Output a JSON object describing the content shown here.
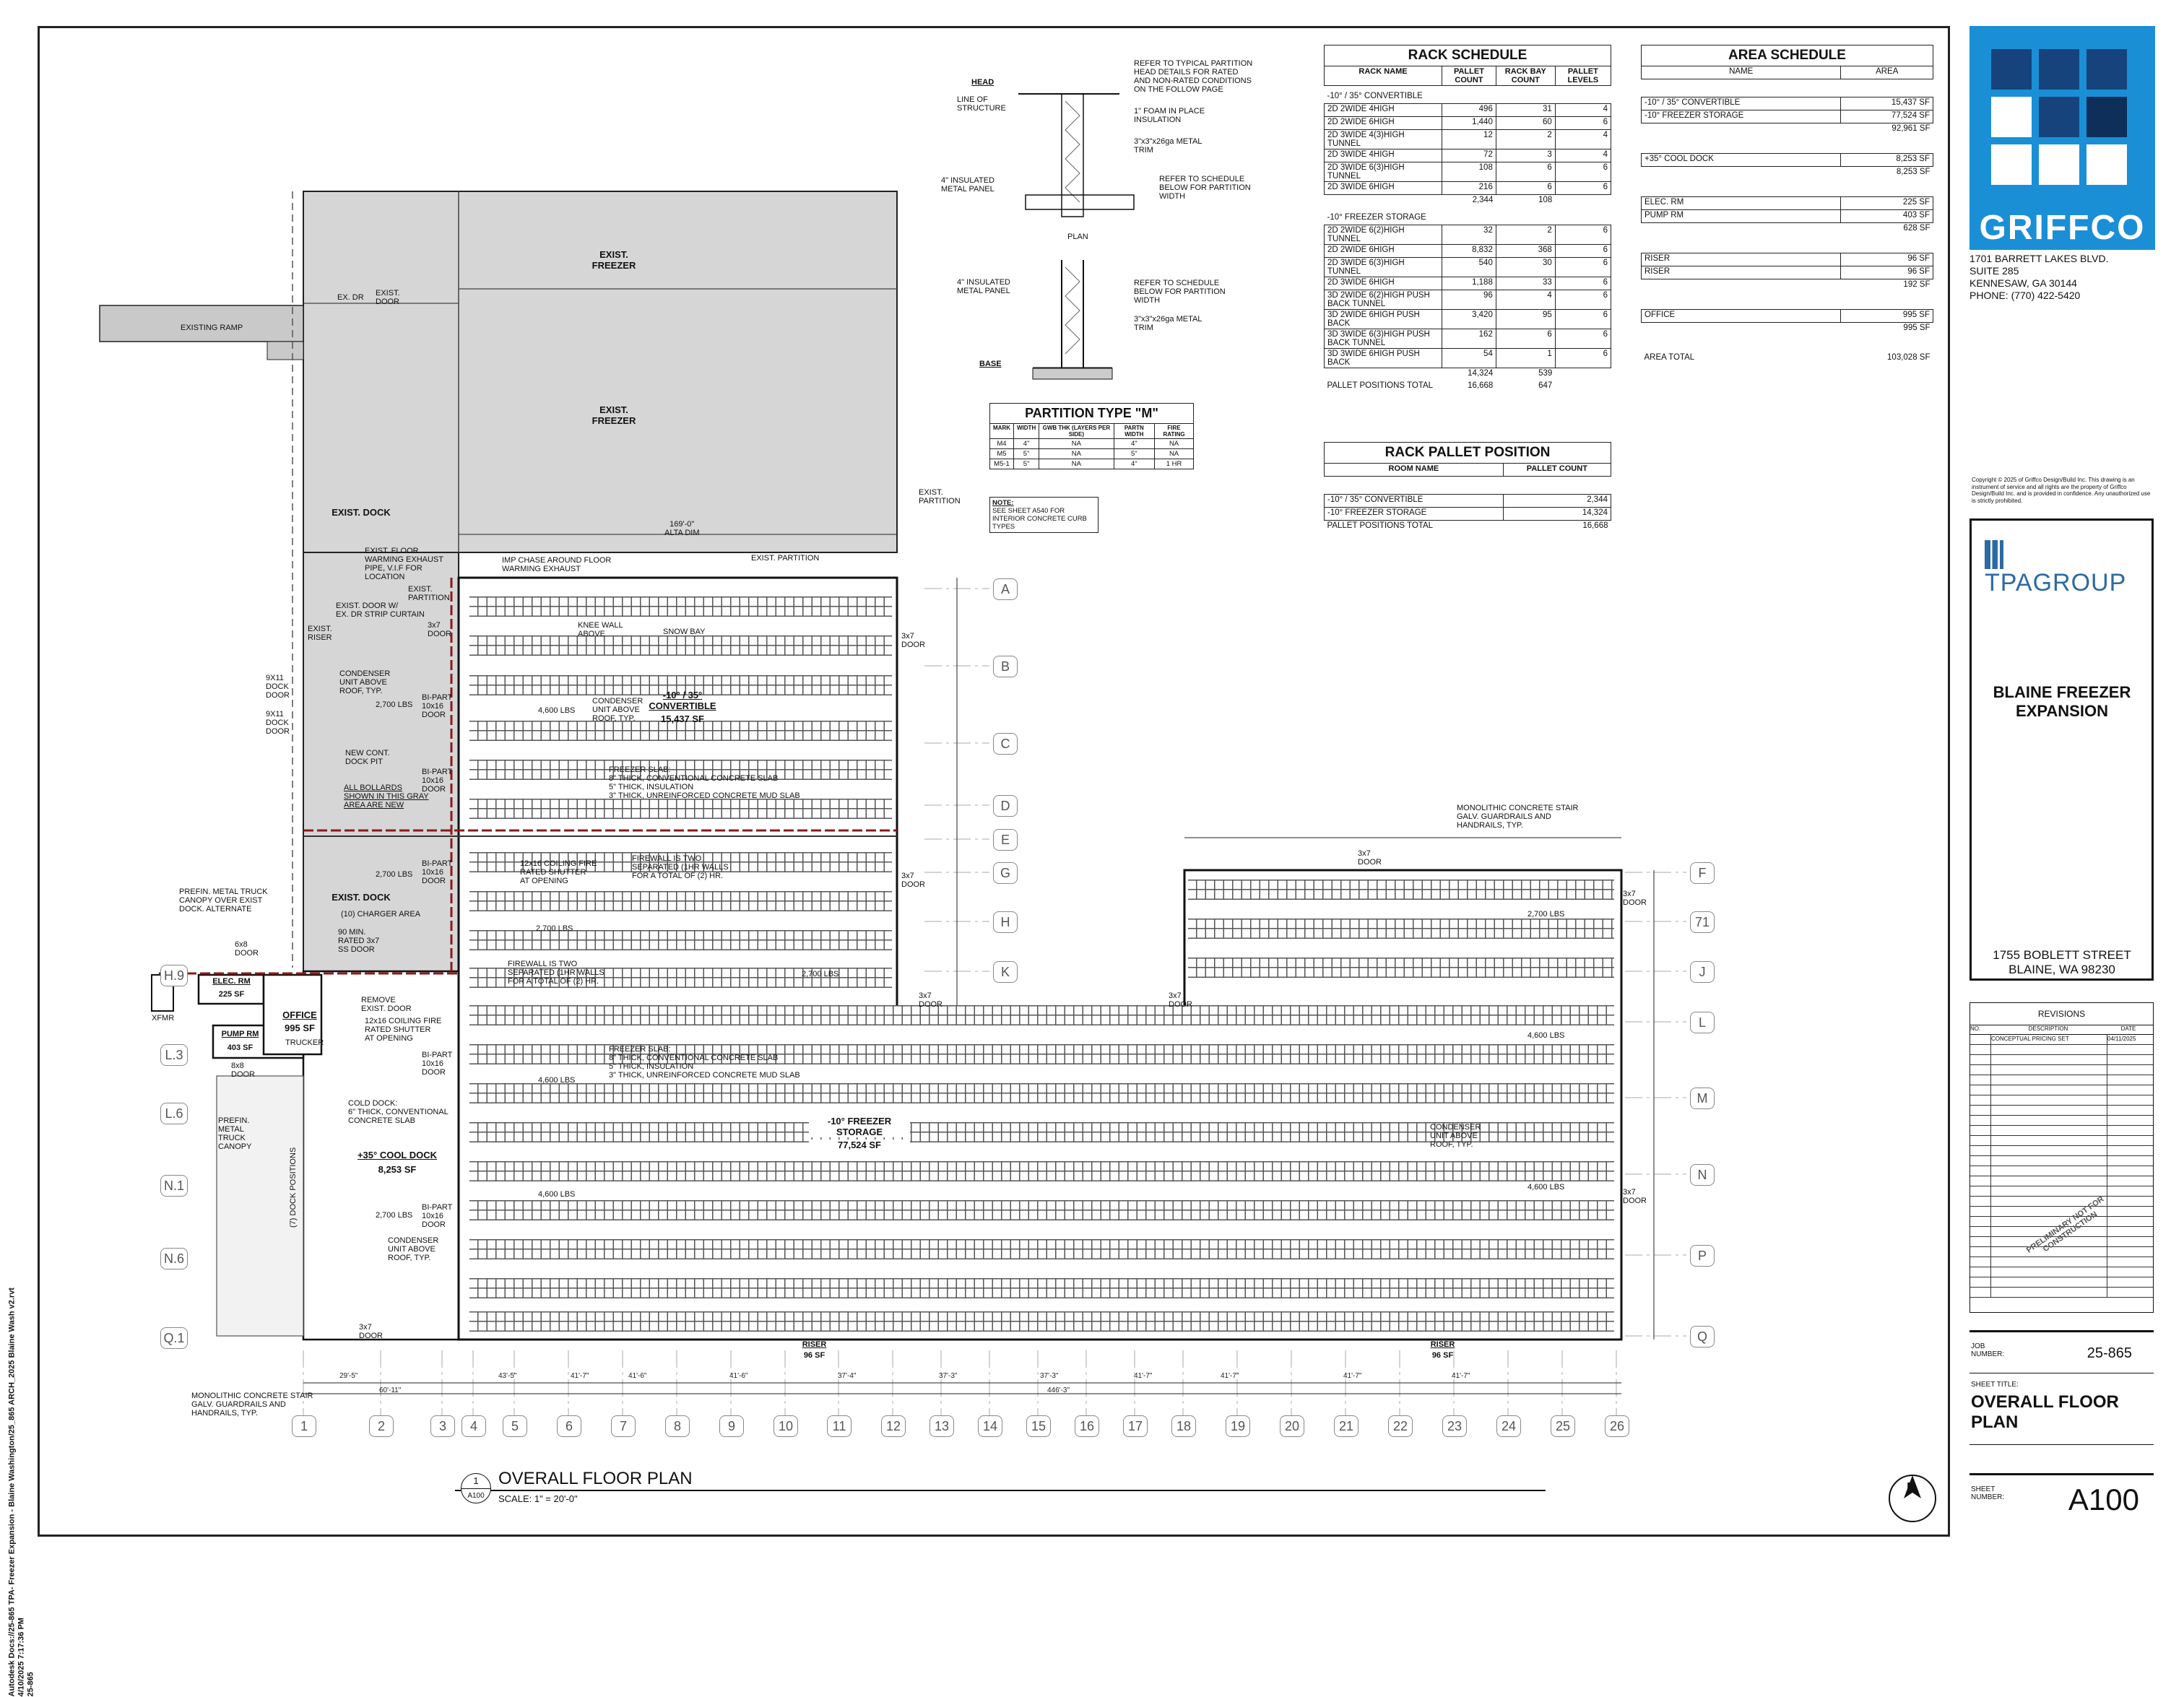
{
  "project": {
    "title": "BLAINE FREEZER EXPANSION",
    "address_line1": "1755 BOBLETT STREET",
    "address_line2": "BLAINE, WA 98230",
    "job_number_label": "JOB NUMBER:",
    "job_number": "25-865",
    "sheet_title_label": "SHEET TITLE:",
    "sheet_title": "OVERALL FLOOR PLAN",
    "sheet_number_label": "SHEET NUMBER:",
    "sheet_number": "A100"
  },
  "firm": {
    "logo_text": "GRIFFCO",
    "address": "1701 BARRETT LAKES BLVD.\nSUITE 285\nKENNESAW, GA 30144\nPHONE: (770) 422-5420",
    "copyright": "Copyright © 2025 of Griffco Design/Build Inc. This drawing is an instrument of service and all rights are the property of Griffco Design/Build Inc. and is provided in confidence. Any unauthorized use is strictly prohibited.",
    "client_logo": "TPAGROUP",
    "brand_color": "#1a4f8c",
    "logo_bg": "#1a8fd6"
  },
  "revisions": {
    "title": "REVISIONS",
    "headers": [
      "NO.",
      "DESCRIPTION",
      "DATE"
    ],
    "rows": [
      [
        "",
        "CONCEPTUAL PRICING SET",
        "04/11/2025"
      ]
    ],
    "stamp": "PRELIMINARY NOT FOR CONSTRUCTION"
  },
  "side_stamp": "Autodesk Docs://25-865 TPA- Freezer Expansion - Blaine Washington/25_865 ARCH_2025 Blaine Wash v2.rvt\n4/10/2025 7:17:36 PM\n25-865",
  "rack_schedule": {
    "title": "RACK SCHEDULE",
    "headers": [
      "RACK NAME",
      "PALLET COUNT",
      "RACK BAY COUNT",
      "PALLET LEVELS"
    ],
    "groups": [
      {
        "name": "-10° / 35° CONVERTIBLE",
        "rows": [
          [
            "2D 2WIDE 4HIGH",
            "496",
            "31",
            "4"
          ],
          [
            "2D 2WIDE 6HIGH",
            "1,440",
            "60",
            "6"
          ],
          [
            "2D 3WIDE 4(3)HIGH TUNNEL",
            "12",
            "2",
            "4"
          ],
          [
            "2D 3WIDE 4HIGH",
            "72",
            "3",
            "4"
          ],
          [
            "2D 3WIDE 6(3)HIGH TUNNEL",
            "108",
            "6",
            "6"
          ],
          [
            "2D 3WIDE 6HIGH",
            "216",
            "6",
            "6"
          ]
        ],
        "total": [
          "",
          "2,344",
          "108",
          ""
        ]
      },
      {
        "name": "-10° FREEZER STORAGE",
        "rows": [
          [
            "2D 2WIDE 6(2)HIGH TUNNEL",
            "32",
            "2",
            "6"
          ],
          [
            "2D 2WIDE 6HIGH",
            "8,832",
            "368",
            "6"
          ],
          [
            "2D 3WIDE 6(3)HIGH TUNNEL",
            "540",
            "30",
            "6"
          ],
          [
            "2D 3WIDE 6HIGH",
            "1,188",
            "33",
            "6"
          ],
          [
            "3D 2WIDE 6(2)HIGH PUSH BACK TUNNEL",
            "96",
            "4",
            "6"
          ],
          [
            "3D 2WIDE 6HIGH PUSH BACK",
            "3,420",
            "95",
            "6"
          ],
          [
            "3D 3WIDE 6(3)HIGH PUSH BACK TUNNEL",
            "162",
            "6",
            "6"
          ],
          [
            "3D 3WIDE 6HIGH PUSH BACK",
            "54",
            "1",
            "6"
          ]
        ],
        "total": [
          "",
          "14,324",
          "539",
          ""
        ]
      }
    ],
    "grand_total": [
      "PALLET POSITIONS TOTAL",
      "16,668",
      "647",
      ""
    ]
  },
  "rack_pallet_position": {
    "title": "RACK PALLET POSITION",
    "headers": [
      "ROOM NAME",
      "PALLET COUNT"
    ],
    "rows": [
      [
        "-10° / 35° CONVERTIBLE",
        "2,344"
      ],
      [
        "-10° FREEZER STORAGE",
        "14,324"
      ]
    ],
    "total": [
      "PALLET POSITIONS TOTAL",
      "16,668"
    ]
  },
  "area_schedule": {
    "title": "AREA SCHEDULE",
    "headers": [
      "NAME",
      "AREA"
    ],
    "groups": [
      {
        "rows": [
          [
            "-10° / 35° CONVERTIBLE",
            "15,437 SF"
          ],
          [
            "-10° FREEZER STORAGE",
            "77,524 SF"
          ]
        ],
        "total": "92,961 SF"
      },
      {
        "rows": [
          [
            "+35° COOL DOCK",
            "8,253 SF"
          ]
        ],
        "total": "8,253 SF"
      },
      {
        "rows": [
          [
            "ELEC. RM",
            "225 SF"
          ],
          [
            "PUMP RM",
            "403 SF"
          ]
        ],
        "total": "628 SF"
      },
      {
        "rows": [
          [
            "RISER",
            "96 SF"
          ],
          [
            "RISER",
            "96 SF"
          ]
        ],
        "total": "192 SF"
      },
      {
        "rows": [
          [
            "OFFICE",
            "995 SF"
          ]
        ],
        "total": "995 SF"
      }
    ],
    "grand_total": [
      "AREA TOTAL",
      "103,028 SF"
    ]
  },
  "partition_type": {
    "title": "PARTITION TYPE \"M\"",
    "headers": [
      "MARK",
      "WIDTH",
      "GWB THK (LAYERS PER SIDE)",
      "PARTN WIDTH",
      "FIRE RATING"
    ],
    "rows": [
      [
        "M4",
        "4\"",
        "NA",
        "4\"",
        "NA"
      ],
      [
        "M5",
        "5\"",
        "NA",
        "5\"",
        "NA"
      ],
      [
        "M5-1",
        "5\"",
        "NA",
        "4\"",
        "1 HR"
      ]
    ],
    "note_title": "NOTE:",
    "note": "SEE SHEET A540 FOR INTERIOR CONCRETE CURB TYPES"
  },
  "partition_detail": {
    "head": "HEAD",
    "base": "BASE",
    "plan": "PLAN",
    "width": "WIDTH",
    "notes": [
      "REFER TO TYPICAL PARTITION HEAD DETAILS FOR RATED AND NON-RATED CONDITIONS ON THE FOLLOW PAGE",
      "LINE OF STRUCTURE",
      "1\" FOAM IN PLACE INSULATION",
      "3\"x3\"x26ga METAL TRIM",
      "4\" INSULATED METAL PANEL",
      "REFER TO SCHEDULE BELOW FOR PARTITION WIDTH",
      "4\" INSULATED METAL PANEL",
      "REFER TO SCHEDULE BELOW FOR PARTITION WIDTH",
      "3\"x3\"x26ga METAL TRIM"
    ]
  },
  "plan": {
    "title": "OVERALL FLOOR PLAN",
    "scale": "SCALE: 1\" = 20'-0\"",
    "detail_no": "1",
    "detail_sheet": "A100",
    "north": "N",
    "grid_cols": [
      "1",
      "2",
      "3",
      "4",
      "5",
      "6",
      "7",
      "8",
      "9",
      "10",
      "11",
      "12",
      "13",
      "14",
      "15",
      "16",
      "17",
      "18",
      "19",
      "20",
      "21",
      "22",
      "23",
      "24",
      "25",
      "26"
    ],
    "grid_rows_right": [
      "A",
      "B",
      "C",
      "D",
      "E",
      "G",
      "H",
      "K",
      "F",
      "71",
      "J",
      "L",
      "M",
      "N",
      "P",
      "Q"
    ],
    "grid_rows_left": [
      "H.9",
      "L.3",
      "L.6",
      "N.1",
      "N.6",
      "Q.1"
    ],
    "rooms": {
      "exist_freezer_1": "EXIST.\nFREEZER",
      "exist_freezer_2": "EXIST.\nFREEZER",
      "exist_dock_1": "EXIST. DOCK",
      "exist_dock_2": "EXIST. DOCK",
      "existing_ramp": "EXISTING RAMP",
      "convertible": "-10° / 35°\nCONVERTIBLE",
      "convertible_area": "15,437 SF",
      "freezer": "-10° FREEZER\nSTORAGE",
      "freezer_area": "77,524 SF",
      "cool_dock": "+35° COOL DOCK",
      "cool_dock_area": "8,253 SF",
      "office": "OFFICE",
      "office_area": "995 SF",
      "elec": "ELEC. RM",
      "elec_area": "225 SF",
      "pump": "PUMP RM",
      "pump_area": "403 SF",
      "riser": "RISER",
      "riser_area": "96 SF",
      "trucker": "TRUCKER",
      "xfmr": "XFMR"
    },
    "notes": {
      "ex_dr": "EX. DR",
      "exist_door": "EXIST.\nDOOR",
      "floor_warming": "EXIST. FLOOR\nWARMING EXHAUST\nPIPE, V.I.F FOR\nLOCATION",
      "imp_chase": "IMP CHASE AROUND FLOOR\nWARMING EXHAUST",
      "exist_partition": "EXIST. PARTITION",
      "exist_partition_2": "EXIST.\nPARTITION",
      "exist_partition_3": "EXIST.\nPARTITION",
      "exist_door_strip": "EXIST. DOOR W/\nEX. DR  STRIP CURTAIN",
      "exist_riser": "EXIST.\nRISER",
      "knee_wall": "KNEE WALL\nABOVE",
      "snow_bay": "SNOW BAY",
      "condenser_1": "CONDENSER\nUNIT ABOVE\nROOF, TYP.",
      "freezer_slab": "FREEZER SLAB:\n8\" THICK, CONVENTIONAL CONCRETE SLAB\n5\" THICK, INSULATION\n3\" THICK, UNREINFORCED CONCRETE MUD SLAB",
      "new_dock_pit": "NEW CONT.\nDOCK PIT",
      "bollards": "ALL BOLLARDS\nSHOWN IN THIS GRAY\nAREA ARE NEW",
      "coiling_shutter": "12x16 COILING FIRE\nRATED SHUTTER\nAT OPENING",
      "firewall": "FIREWALL IS TWO\nSEPARATED (1HR WALLS\nFOR A TOTAL OF (2) HR.",
      "firewall_2": "FIREWALL IS TWO\nSEPARATED (1HR WALLS\nFOR A TOTAL OF (2) HR.",
      "charger": "(10) CHARGER AREA",
      "rated_door": "90 MIN.\nRATED 3x7\nSS DOOR",
      "canopy": "PREFIN. METAL TRUCK\nCANOPY OVER EXIST\nDOCK. ALTERNATE",
      "remove_door": "REMOVE\nEXIST. DOOR",
      "coiling_shutter_2": "12x16 COILING FIRE\nRATED SHUTTER\nAT OPENING",
      "cold_dock_slab": "COLD DOCK:\n6\" THICK, CONVENTIONAL\nCONCRETE SLAB",
      "prefin_canopy": "PREFIN.\nMETAL\nTRUCK\nCANOPY",
      "dock_positions": "(7) DOCK POSITIONS",
      "stair_1": "MONOLITHIC CONCRETE STAIR\nGALV. GUARDRAILS AND\nHANDRAILS, TYP.",
      "stair_2": "MONOLITHIC CONCRETE STAIR\nGALV. GUARDRAILS AND\nHANDRAILS, TYP.",
      "condenser_2": "CONDENSER\nUNIT ABOVE\nROOF, TYP.",
      "condenser_3": "CONDENSER\nUNIT ABOVE\nROOF, TYP.",
      "freezer_slab_2": "FREEZER SLAB:\n8\" THICK, CONVENTIONAL CONCRETE SLAB\n5\" THICK, INSULATION\n3\" THICK, UNREINFORCED CONCRETE MUD SLAB",
      "dock_door": "9X11\nDOCK\nDOOR",
      "bipart": "BI-PART\n10x16\nDOOR",
      "door_3x7": "3x7\nDOOR",
      "door_6x8": "6x8\nDOOR",
      "door_8x8": "8x8\nDOOR",
      "c5_load": "4,600 LBS",
      "c1_load": "2,700 LBS",
      "alta_dim": "169'-0\"\nALTA DIM"
    },
    "dims_bottom": [
      "29'-5\"",
      "60'-11\"",
      "43'-5\"",
      "41'-7\"",
      "41'-6\"",
      "41'-6\"",
      "37'-4\"",
      "37'-3\"",
      "37'-3\"",
      "41'-7\"",
      "41'-7\"",
      "41'-7\"",
      "41'-7\"",
      "446'-3\""
    ]
  }
}
